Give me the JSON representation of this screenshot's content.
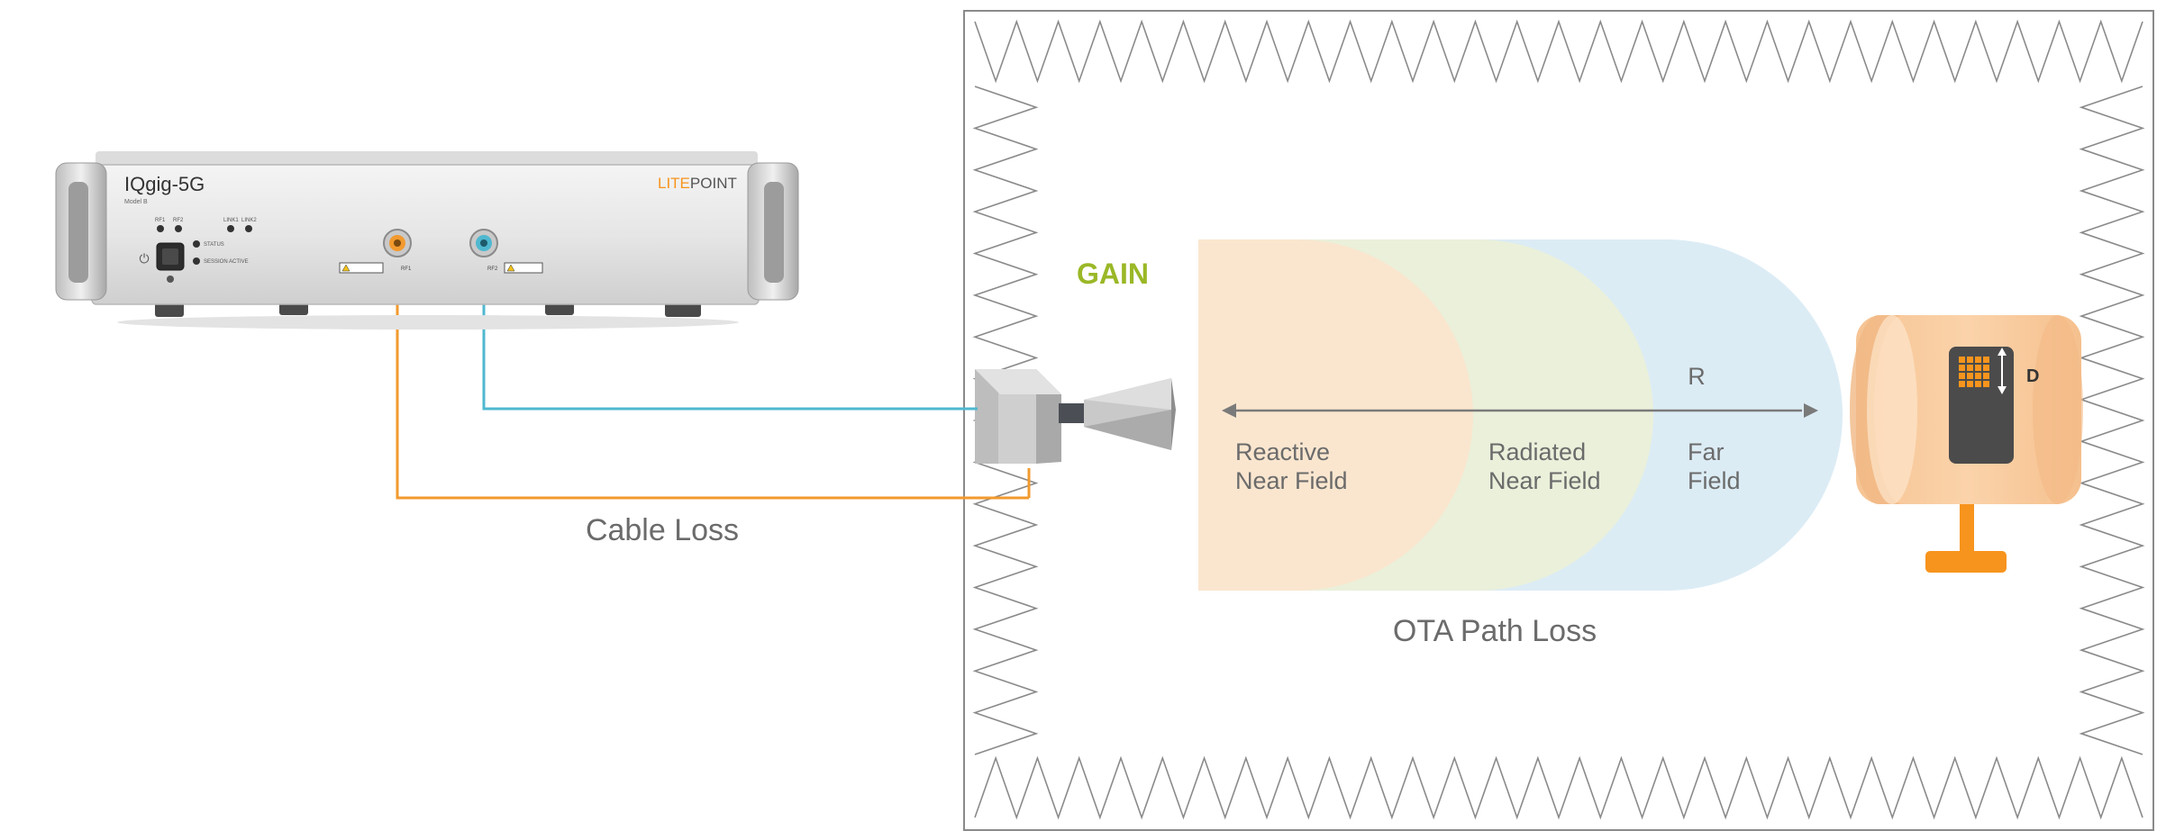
{
  "instrument": {
    "model": "IQgig-5G",
    "sub_model": "Model B",
    "brand_lite": "LITE",
    "brand_point": "POINT",
    "port_labels": [
      "RF1",
      "RF2"
    ],
    "led_labels": [
      "RF1",
      "RF2",
      "LINK1",
      "LINK2"
    ],
    "status_label": "STATUS",
    "session_label": "SESSION ACTIVE",
    "power_symbol": "⏻"
  },
  "labels": {
    "gain": "GAIN",
    "cable_loss": "Cable Loss",
    "ota_path_loss": "OTA Path Loss",
    "range": "R",
    "dut_dimension": "D"
  },
  "zones": [
    {
      "line1": "Reactive",
      "line2": "Near Field"
    },
    {
      "line1": "Radiated",
      "line2": "Near Field"
    },
    {
      "line1": "Far",
      "line2": "Field"
    }
  ],
  "colors": {
    "orange_cable": "#f29a2e",
    "blue_cable": "#4fb8cf",
    "gain_green": "#9ab827",
    "zone_reactive": "#fde4cd",
    "zone_radiated": "#ecf1d5",
    "zone_far": "#dcecf5",
    "text_gray": "#6b6b6b",
    "dut_orange": "#f7941d"
  },
  "icons": [
    "power-icon",
    "horn-antenna-icon",
    "double-arrow-icon",
    "absorber-icon",
    "dut-phone-icon"
  ]
}
